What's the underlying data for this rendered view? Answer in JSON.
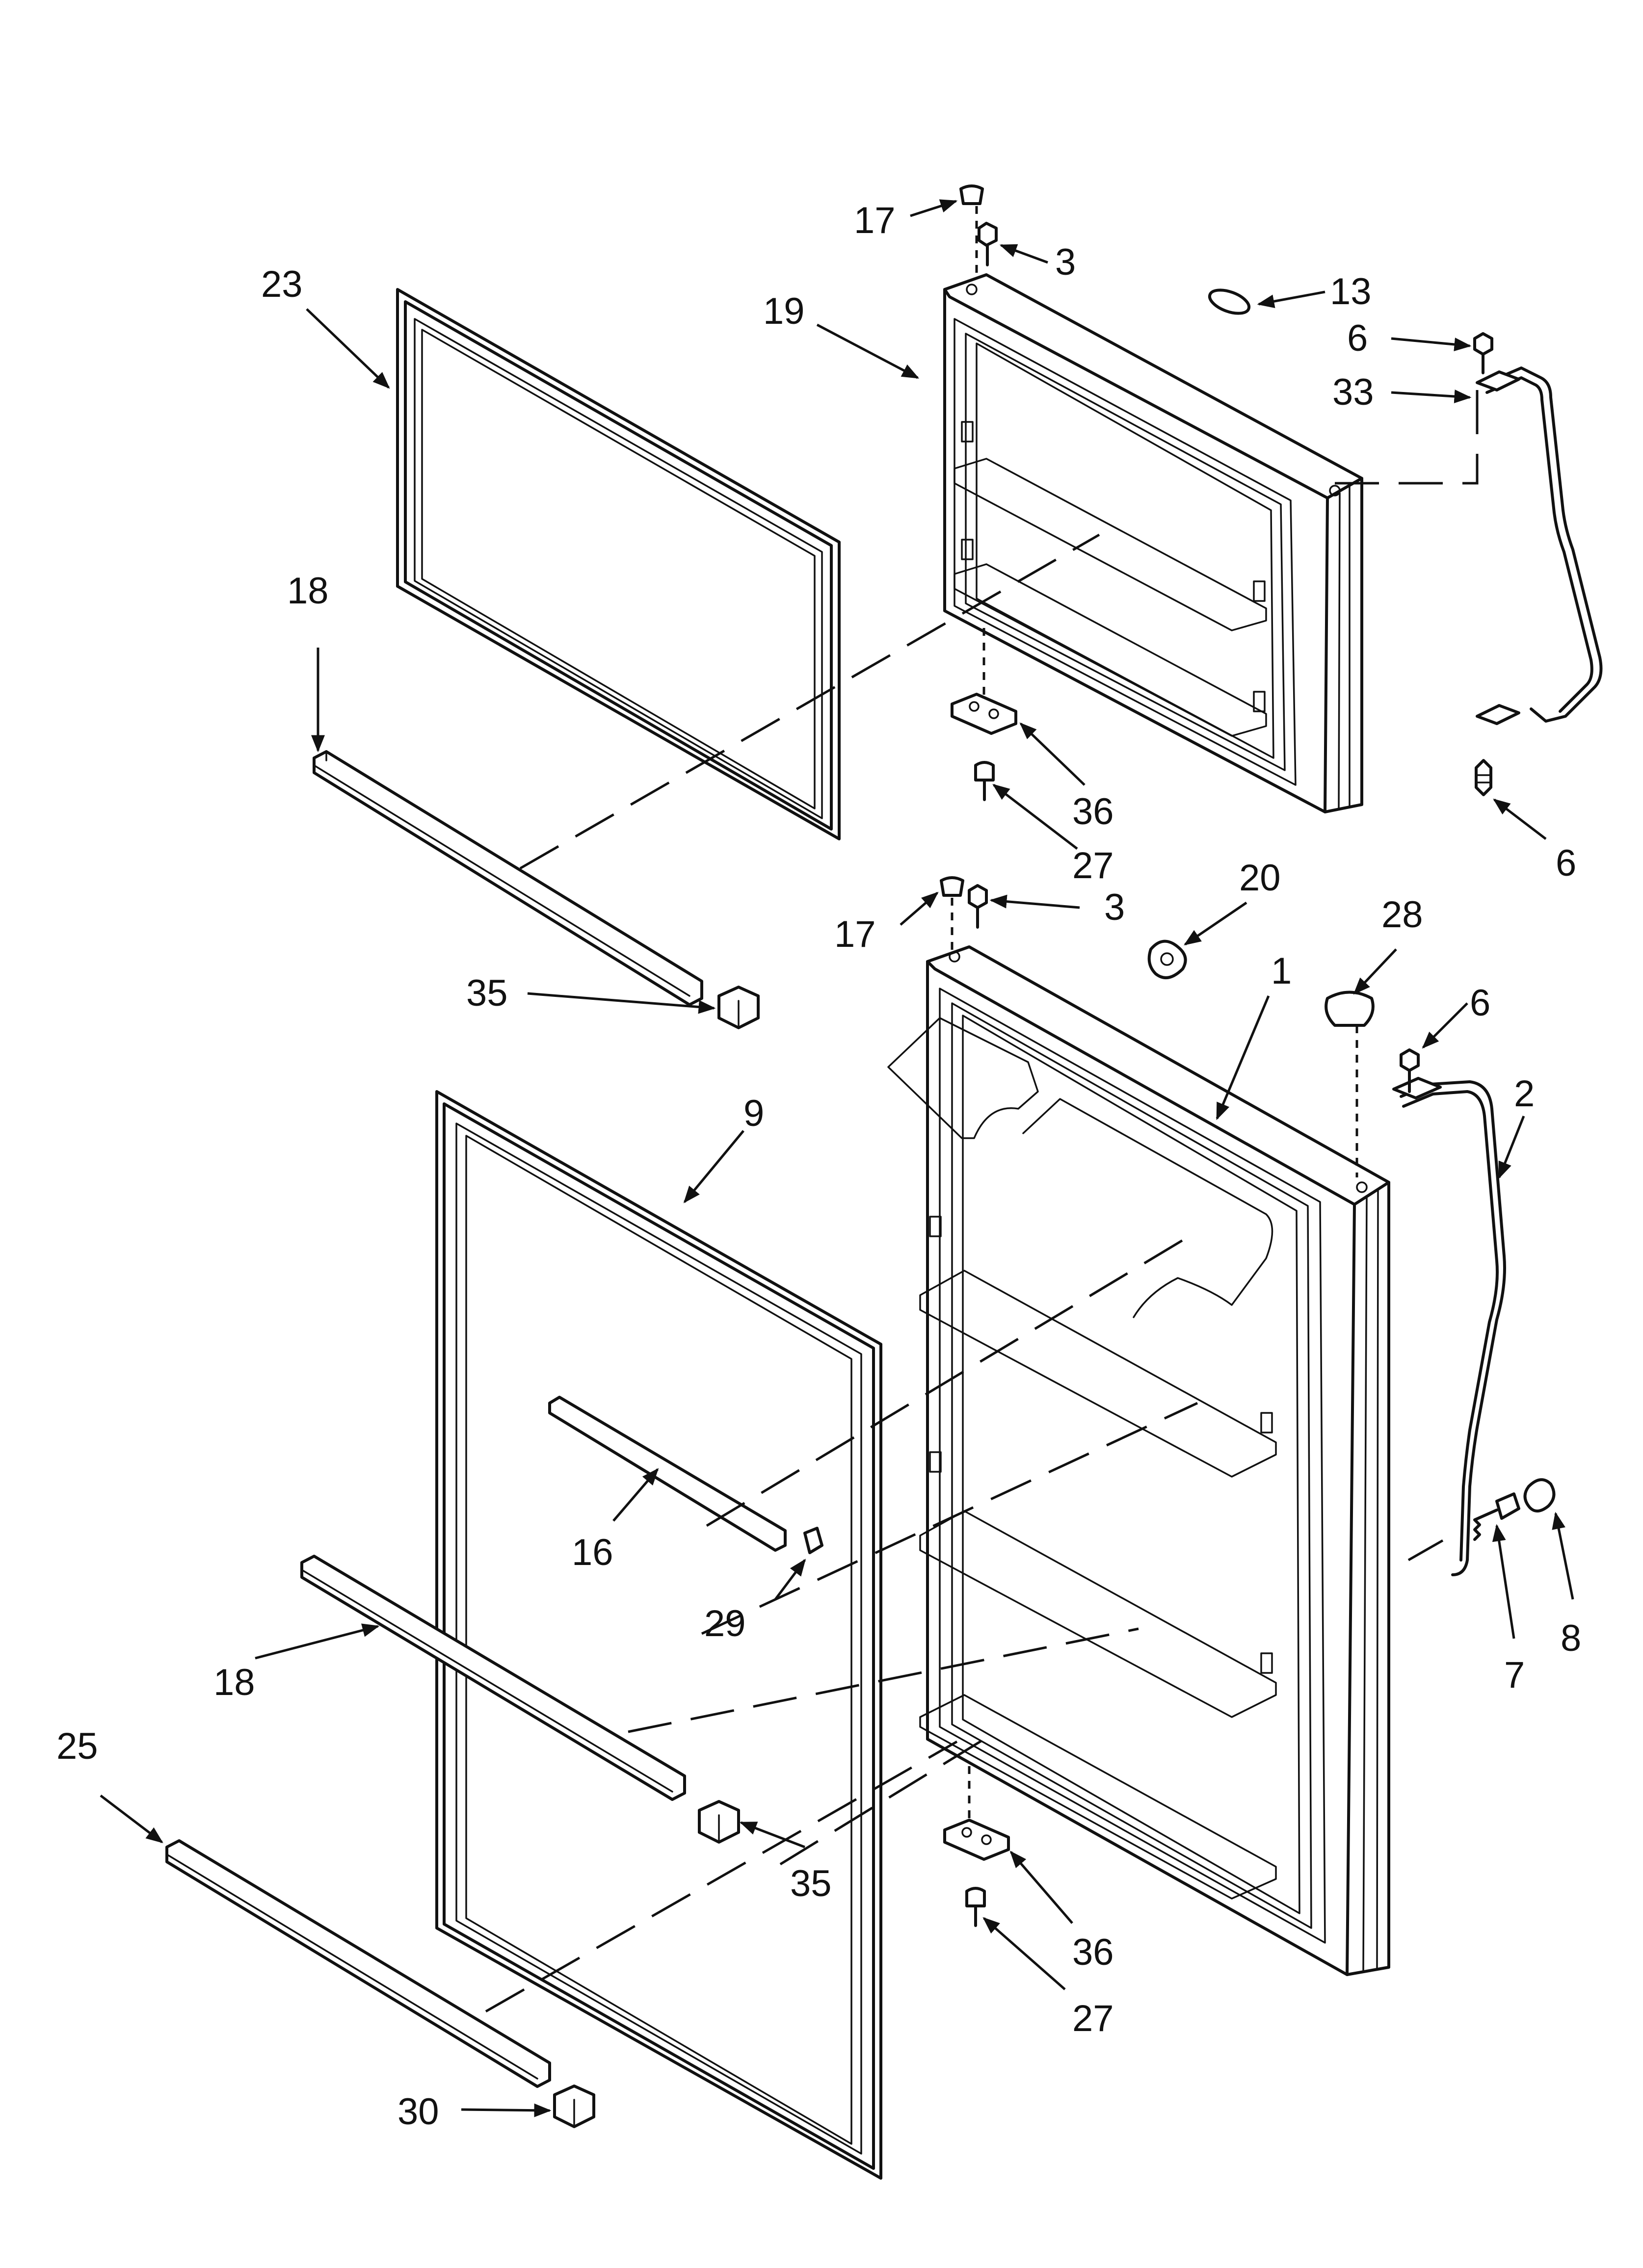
{
  "labels": {
    "l23": "23",
    "l19": "19",
    "l17a": "17",
    "l3a": "3",
    "l13": "13",
    "l6a": "6",
    "l33": "33",
    "l18a": "18",
    "l36a": "36",
    "l27a": "27",
    "l6b": "6",
    "l20": "20",
    "l17b": "17",
    "l3b": "3",
    "l28": "28",
    "l1": "1",
    "l6c": "6",
    "l35a": "35",
    "l2": "2",
    "l9": "9",
    "l16": "16",
    "l29": "29",
    "l18b": "18",
    "l7": "7",
    "l8": "8",
    "l25": "25",
    "l35b": "35",
    "l36b": "36",
    "l27b": "27",
    "l30": "30"
  }
}
